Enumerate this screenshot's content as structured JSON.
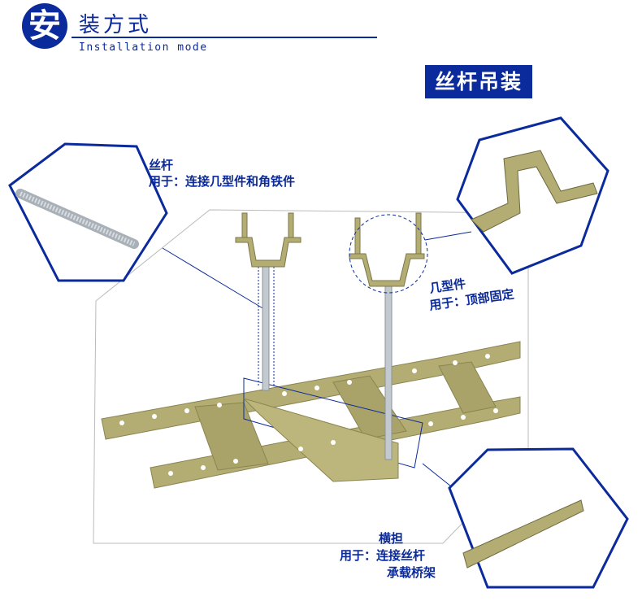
{
  "header": {
    "logo_char": "安",
    "title": "装方式",
    "subtitle": "Installation mode"
  },
  "badge": "丝杆吊装",
  "callouts": {
    "rod": {
      "title": "丝杆",
      "usage": "用于：连接几型件和角铁件"
    },
    "bracket": {
      "title": "几型件",
      "usage": "用于：顶部固定"
    },
    "crossarm": {
      "title": "横担",
      "usage_line1": "用于：连接丝杆",
      "usage_line2": "承载桥架"
    }
  },
  "colors": {
    "brand": "#0b2a9b",
    "tray": "#b3ad74",
    "rod": "#bfc6cc"
  }
}
